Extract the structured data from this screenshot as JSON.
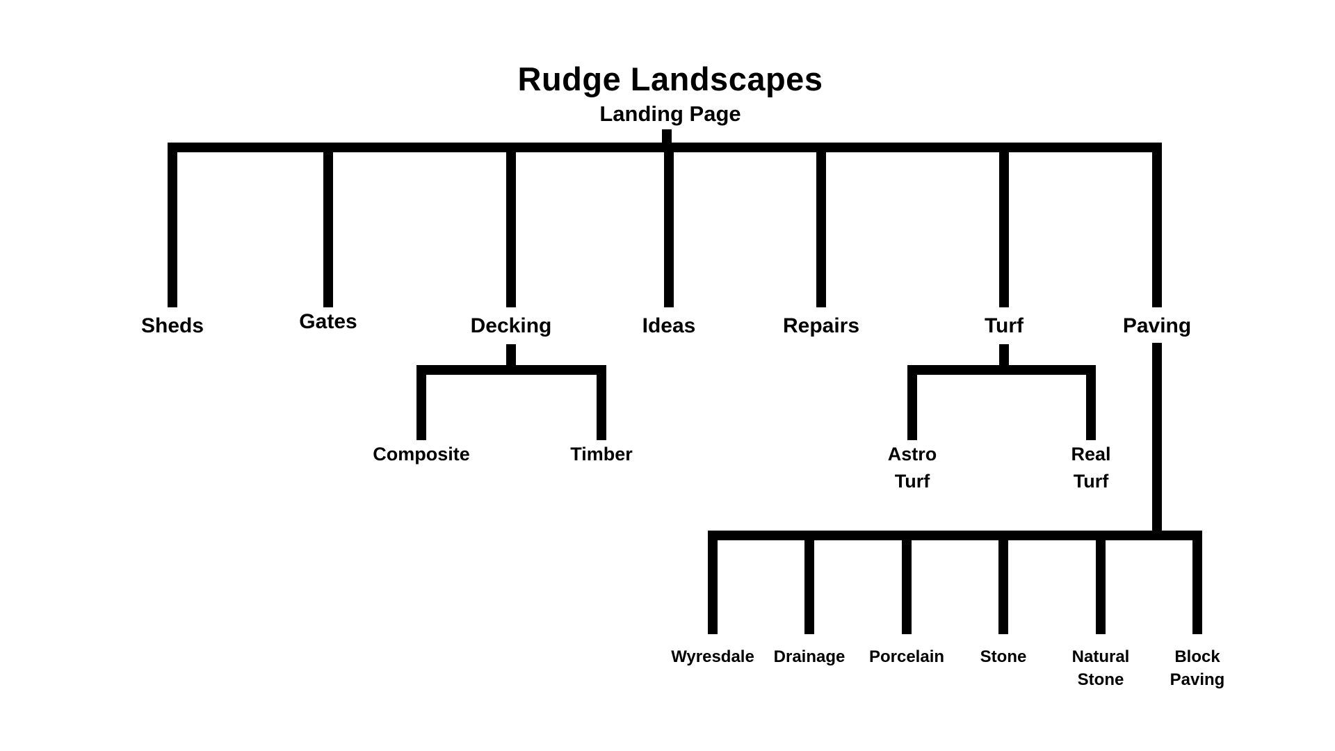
{
  "page": {
    "background_color": "#ffffff",
    "line_color": "#000000",
    "text_color": "#000000"
  },
  "header": {
    "title": "Rudge Landscapes",
    "subtitle": "Landing Page"
  },
  "tree": {
    "root_label": "Landing Page",
    "level1": [
      {
        "label": "Sheds",
        "children": []
      },
      {
        "label": "Gates",
        "children": []
      },
      {
        "label": "Decking",
        "children": [
          "Composite",
          "Timber"
        ]
      },
      {
        "label": "Ideas",
        "children": []
      },
      {
        "label": "Repairs",
        "children": []
      },
      {
        "label": "Turf",
        "children": [
          "Astro Turf",
          "Real Turf"
        ]
      },
      {
        "label": "Paving",
        "children": [
          "Wyresdale",
          "Drainage",
          "Porcelain",
          "Stone",
          "Natural Stone",
          "Block Paving"
        ]
      }
    ]
  }
}
